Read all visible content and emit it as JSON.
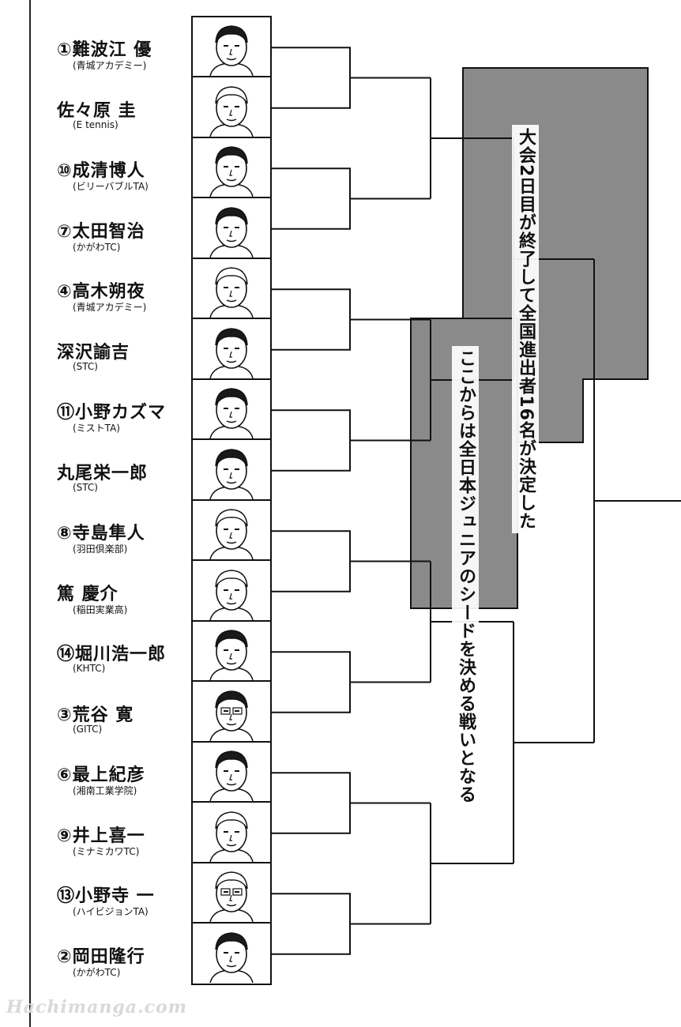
{
  "players": [
    {
      "name": "①難波江 優",
      "club": "(青城アカデミー)"
    },
    {
      "name": "佐々原 圭",
      "club": "(E tennis)"
    },
    {
      "name": "⑩成清博人",
      "club": "(ビリーバブルTA)"
    },
    {
      "name": "⑦太田智治",
      "club": "(かがわTC)"
    },
    {
      "name": "④高木朔夜",
      "club": "(青城アカデミー)"
    },
    {
      "name": "深沢諭吉",
      "club": "(STC)"
    },
    {
      "name": "⑪小野カズマ",
      "club": "(ミストTA)"
    },
    {
      "name": "丸尾栄一郎",
      "club": "(STC)"
    },
    {
      "name": "⑧寺島隼人",
      "club": "(羽田倶楽部)"
    },
    {
      "name": "篤 慶介",
      "club": "(稲田実業高)"
    },
    {
      "name": "⑭堀川浩一郎",
      "club": "(KHTC)"
    },
    {
      "name": "③荒谷 寛",
      "club": "(GITC)"
    },
    {
      "name": "⑥最上紀彦",
      "club": "(湘南工業学院)"
    },
    {
      "name": "⑨井上喜一",
      "club": "(ミナミカワTC)"
    },
    {
      "name": "⑬小野寺 一",
      "club": "(ハイビジョンTA)"
    },
    {
      "name": "②岡田隆行",
      "club": "(かがわTC)"
    }
  ],
  "captions": {
    "top": "大会2日目が終了して全国進出者16名が決定した",
    "bottom": "ここからは全日本ジュニアのシードを決める戦いとなる"
  },
  "watermark": "Hachimanga.com",
  "colors": {
    "ink": "#111111",
    "panel_fill": "#8a8a8a",
    "watermark": "#d9d9d9"
  }
}
